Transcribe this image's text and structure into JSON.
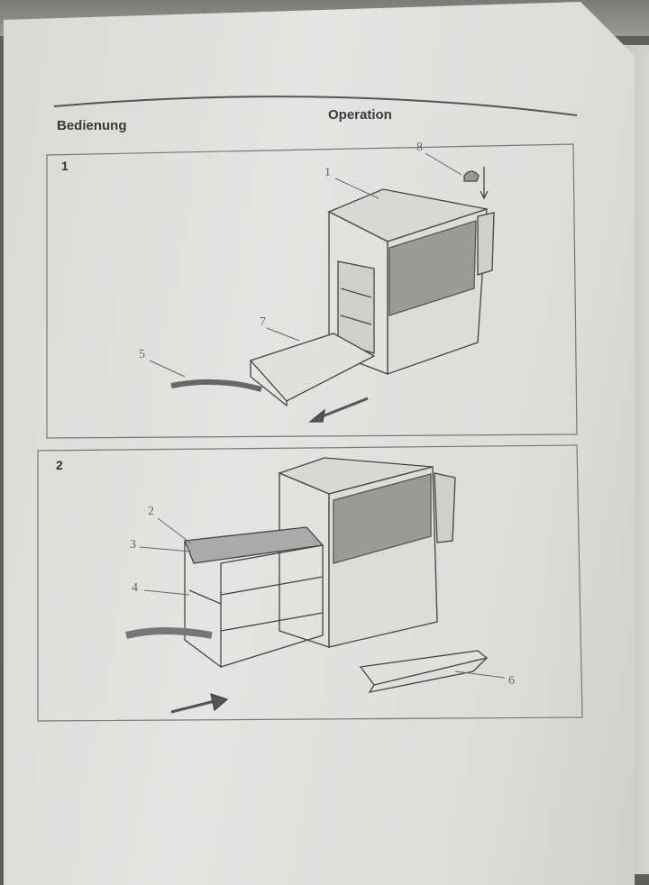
{
  "header": {
    "left_title": "Bedienung",
    "right_title": "Operation"
  },
  "steps": [
    {
      "number": "1",
      "callouts": [
        "1",
        "8",
        "7",
        "5"
      ]
    },
    {
      "number": "2",
      "callouts": [
        "2",
        "3",
        "4",
        "6"
      ]
    }
  ]
}
